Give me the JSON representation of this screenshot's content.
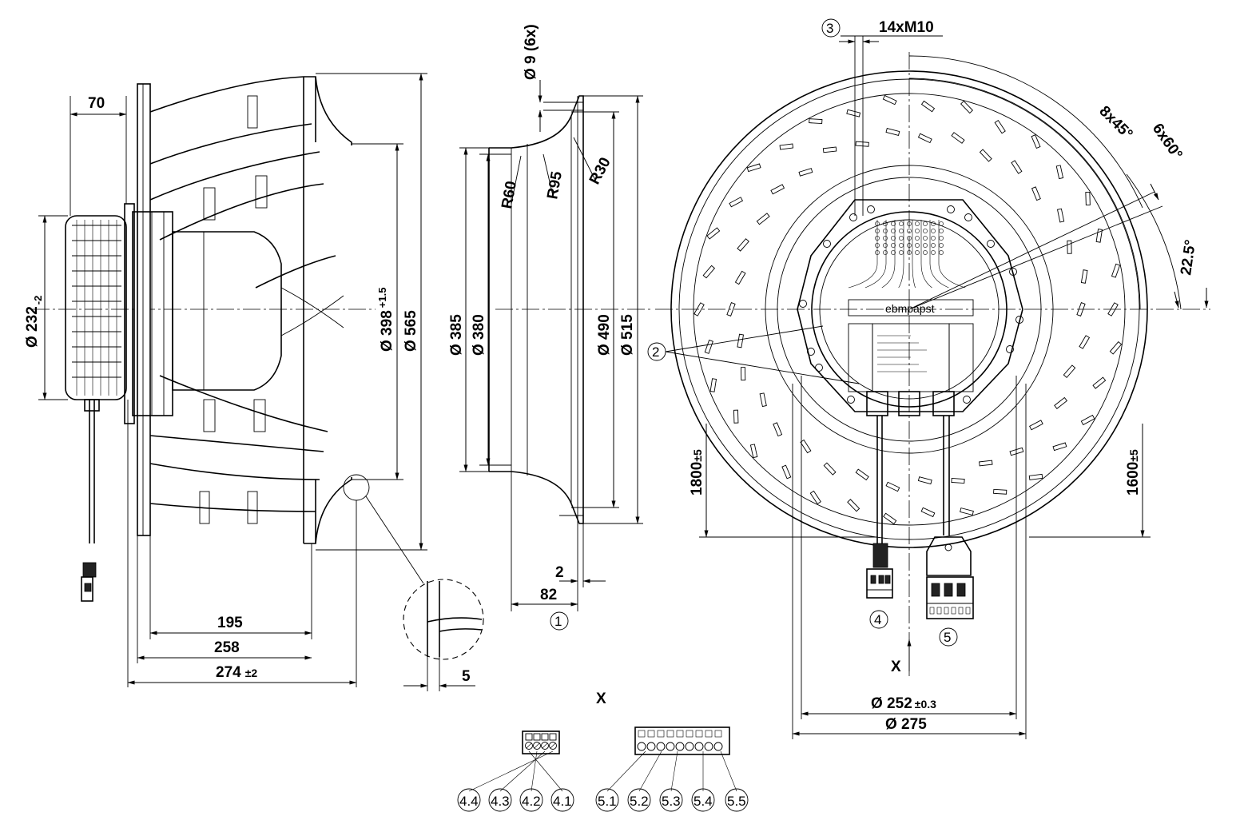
{
  "side_view": {
    "dim_70": "70",
    "dim_232": "Ø 232",
    "dim_232_tol": "-2",
    "dim_195": "195",
    "dim_258": "258",
    "dim_274": "274",
    "dim_274_tol": "±2",
    "dim_5": "5",
    "dim_398": "Ø 398",
    "dim_398_tol": "+1.5",
    "dim_565": "Ø 565"
  },
  "nozzle_view": {
    "dim_9": "Ø 9 (6x)",
    "r60": "R60",
    "r95": "R95",
    "r30": "R30",
    "dim_385": "Ø 385",
    "dim_380": "Ø 380",
    "dim_490": "Ø 490",
    "dim_515": "Ø 515",
    "dim_2": "2",
    "dim_82": "82",
    "callout_1": "1"
  },
  "front_view": {
    "callout_3": "3",
    "thread": "14xM10",
    "angle_8x45": "8x45°",
    "angle_6x60": "6x60°",
    "angle_22_5": "22.5°",
    "callout_2": "2",
    "brand": "ebmpapst",
    "dim_1800": "1800",
    "dim_1800_tol": "±5",
    "dim_1600": "1600",
    "dim_1600_tol": "±5",
    "callout_4": "4",
    "callout_5": "5",
    "view_x_arrow": "X",
    "dim_252": "Ø 252",
    "dim_252_tol": "±0.3",
    "dim_275": "Ø 275"
  },
  "connector_view": {
    "title": "X",
    "connector_4_pins": [
      "4.4",
      "4.3",
      "4.2",
      "4.1"
    ],
    "connector_5_pins": [
      "5.1",
      "5.2",
      "5.3",
      "5.4",
      "5.5"
    ]
  }
}
